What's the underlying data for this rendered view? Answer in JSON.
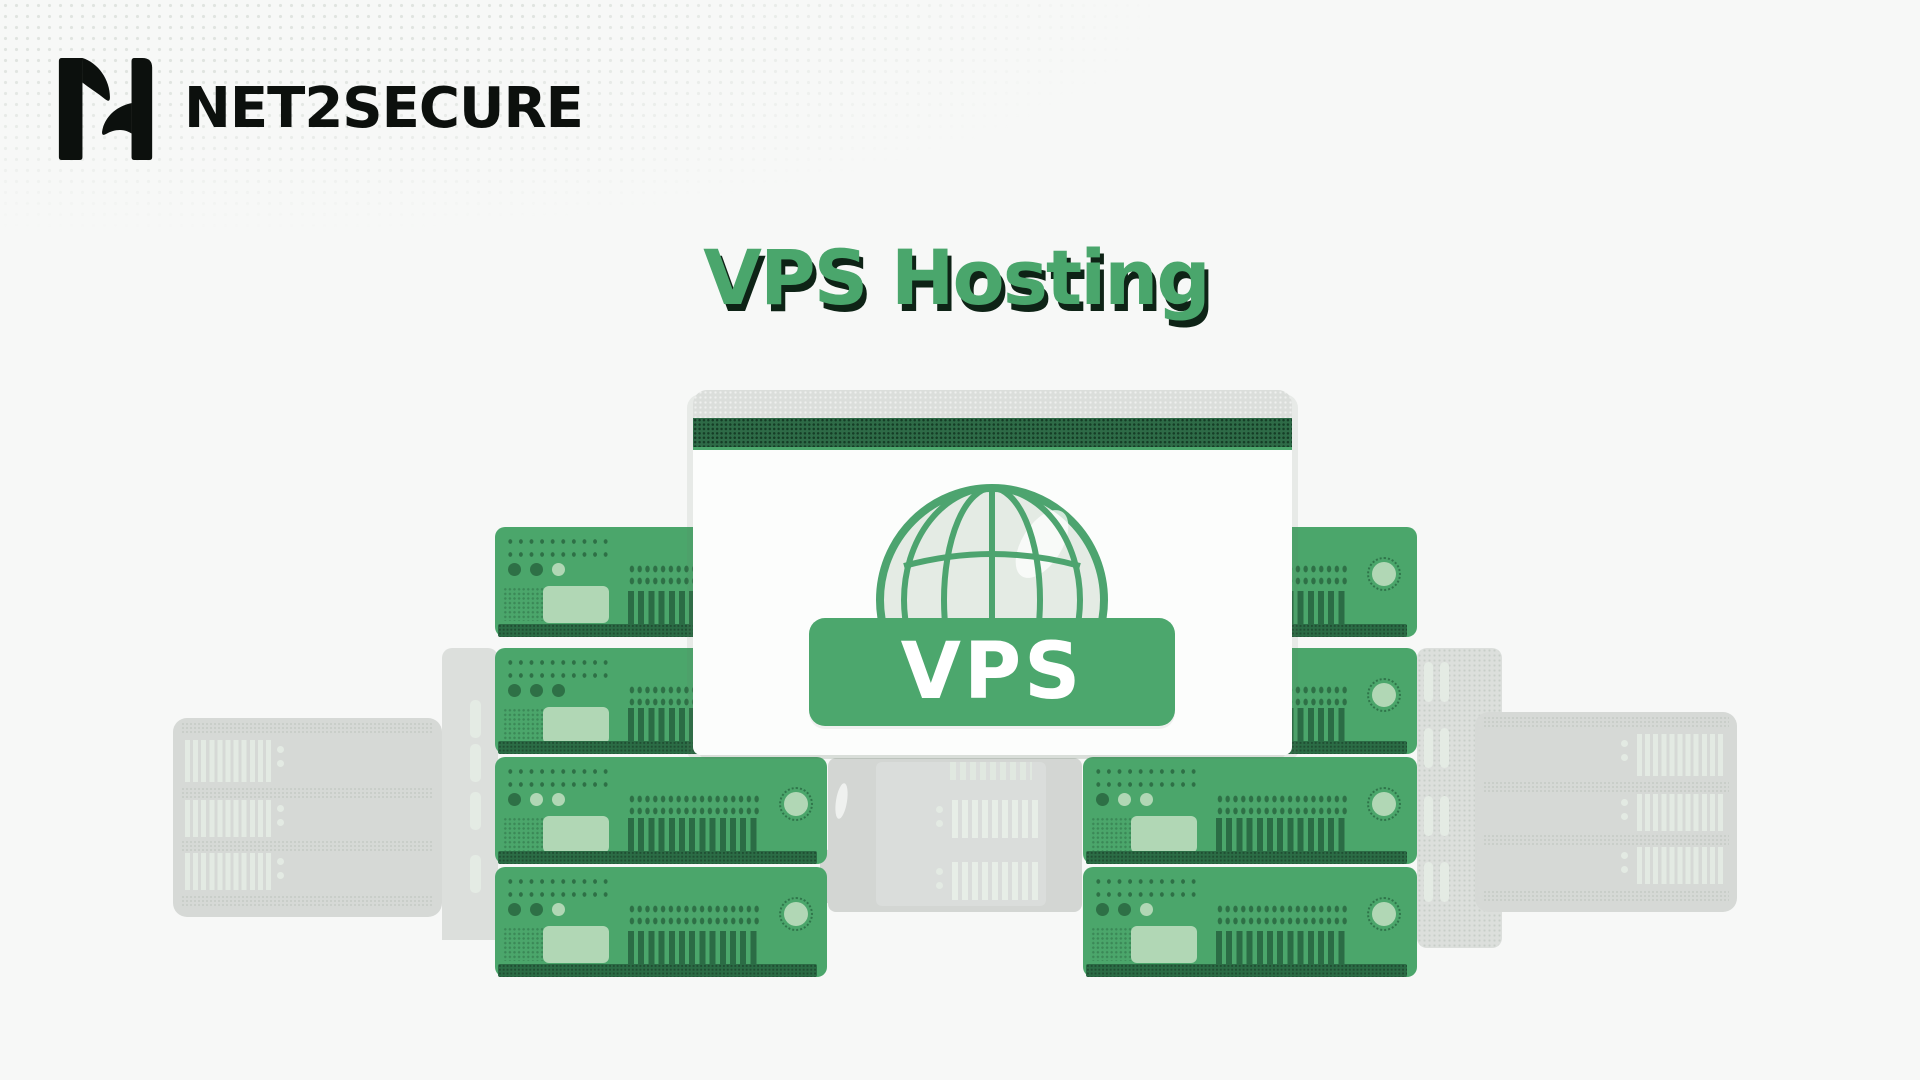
{
  "header": {
    "logo_text": "NET2SECURE",
    "logo_icon": "n-logo"
  },
  "title": {
    "text": "VPS Hosting",
    "color": "#4aa66c",
    "shadow_color": "#0e2316"
  },
  "card": {
    "badge_label": "VPS",
    "topbar_color": "#dbdedb",
    "accent_strip_color": "#2e6b47",
    "body_color": "#fcfdfc",
    "badge_color": "#4ca76d",
    "globe_icon": "globe-icon"
  },
  "colors": {
    "background": "#f7f8f7",
    "green": "#4ba66b",
    "green_dark": "#2b6c45",
    "green_detail": "#2e7046",
    "green_light": "#b1d7b5",
    "gray_rack": "#d6d9d6",
    "gray_rack_light": "#dcdfdc",
    "vent_light": "#e3eae3",
    "logo_black": "#0c100d"
  },
  "illustration": {
    "left_stack_units": 4,
    "right_stack_units": 4,
    "unit_offsets": [
      0,
      121,
      230,
      340
    ],
    "unit_heights": [
      110,
      106,
      107,
      110
    ],
    "led_patterns": [
      [
        "dark",
        "dark",
        "light"
      ],
      [
        "dark",
        "dark",
        "dark"
      ],
      [
        "dark",
        "light",
        "light"
      ],
      [
        "dark",
        "dark",
        "light"
      ]
    ]
  }
}
